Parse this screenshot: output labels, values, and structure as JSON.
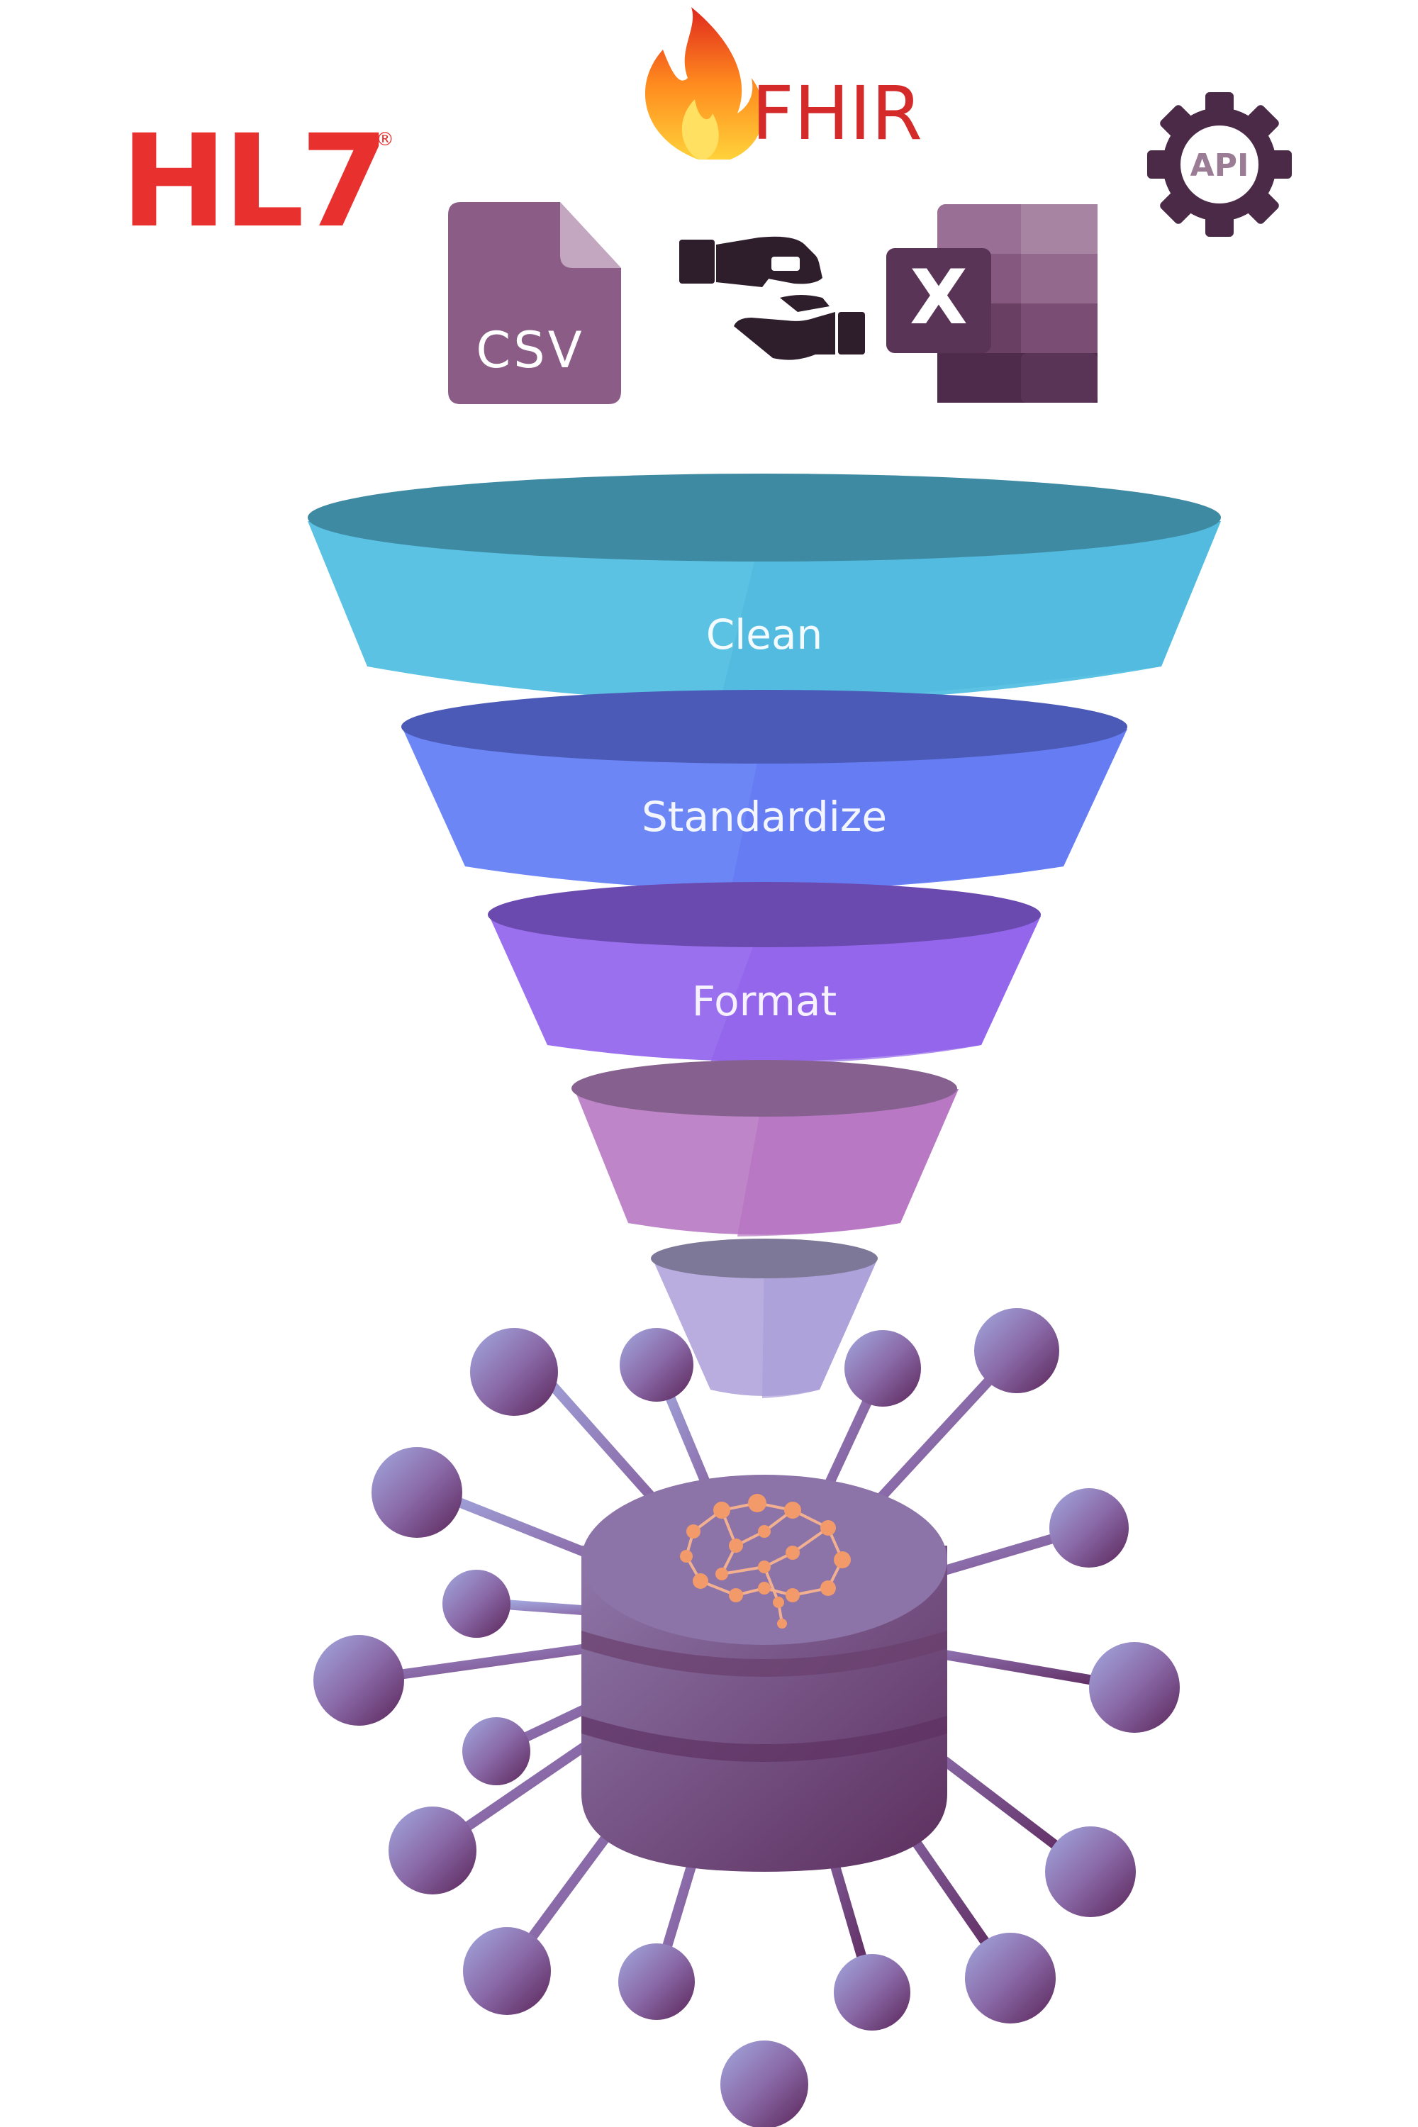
{
  "logos": {
    "hl7": {
      "text": "HL7",
      "mark": "®",
      "color": "#e8312f"
    },
    "fhir": {
      "text": "FHIR",
      "color": "#d42a2a",
      "icon": "flame-icon"
    },
    "api": {
      "text": "API",
      "color": "#4a2a47",
      "icon": "gear-icon"
    }
  },
  "formats": {
    "csv": {
      "text": "CSV",
      "icon": "csv-file-icon",
      "color": "#8a5c86"
    },
    "exchange": {
      "icon": "handshake-exchange-icon",
      "color": "#2e1e2c"
    },
    "excel": {
      "text": "X",
      "icon": "excel-icon",
      "color": "#7a4d74"
    }
  },
  "funnel": {
    "stages": [
      {
        "label": "Clean",
        "color": "#5cc2e4",
        "rim": "#3e8aa3"
      },
      {
        "label": "Standardize",
        "color": "#6c86f6",
        "rim": "#4a5ab6"
      },
      {
        "label": "Format",
        "color": "#9a70ee",
        "rim": "#6a4aae"
      },
      {
        "label": "",
        "color": "#be85c8",
        "rim": "#86608e"
      },
      {
        "label": "",
        "color": "#b9ade0",
        "rim": "#7e7898"
      }
    ]
  },
  "hub": {
    "icon": "database-network-icon",
    "center_icon": "brain-network-icon",
    "color": "#7a5688",
    "brain_color": "#f29a6a"
  }
}
